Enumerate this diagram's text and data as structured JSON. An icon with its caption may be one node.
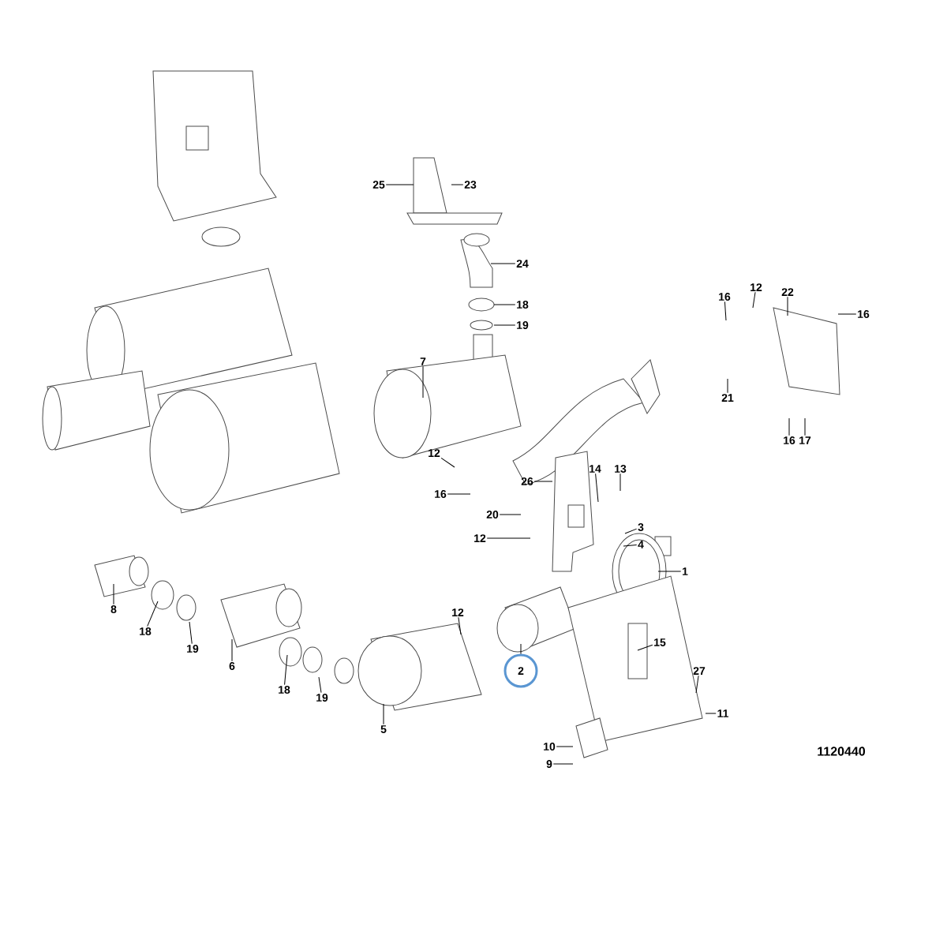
{
  "diagram": {
    "nodes": [
      {
        "text": [
          "25"
        ]
      },
      {
        "text": [
          "23"
        ]
      },
      {
        "text": [
          "24"
        ]
      },
      {
        "text": [
          "18"
        ]
      },
      {
        "text": [
          "19"
        ]
      },
      {
        "text": [
          "7"
        ]
      },
      {
        "text": [
          "12"
        ]
      },
      {
        "text": [
          "16"
        ]
      },
      {
        "text": [
          "26"
        ]
      },
      {
        "text": [
          "14"
        ]
      },
      {
        "text": [
          "13"
        ]
      },
      {
        "text": [
          "20"
        ]
      },
      {
        "text": [
          "12"
        ]
      },
      {
        "text": [
          "3"
        ]
      },
      {
        "text": [
          "4"
        ]
      },
      {
        "text": [
          "1"
        ]
      },
      {
        "text": [
          "8"
        ]
      },
      {
        "text": [
          "18"
        ]
      },
      {
        "text": [
          "19"
        ]
      },
      {
        "text": [
          "6"
        ]
      },
      {
        "text": [
          "12"
        ]
      },
      {
        "text": [
          "18"
        ]
      },
      {
        "text": [
          "19"
        ]
      },
      {
        "text": [
          "5"
        ]
      },
      {
        "text": [
          "2"
        ]
      },
      {
        "text": [
          "15"
        ]
      },
      {
        "text": [
          "27"
        ]
      },
      {
        "text": [
          "11"
        ]
      },
      {
        "text": [
          "10"
        ]
      },
      {
        "text": [
          "9"
        ]
      },
      {
        "text": [
          "16"
        ]
      },
      {
        "text": [
          "12"
        ]
      },
      {
        "text": [
          "22"
        ]
      },
      {
        "text": [
          "16"
        ]
      },
      {
        "text": [
          "21"
        ]
      },
      {
        "text": [
          "16"
        ]
      },
      {
        "text": [
          "17"
        ]
      }
    ],
    "edges": [
      {
        "from": 0,
        "to": null,
        "arrow": "none"
      },
      {
        "from": 1,
        "to": null,
        "arrow": "none"
      },
      {
        "from": 2,
        "to": null,
        "arrow": "none"
      },
      {
        "from": 3,
        "to": null,
        "arrow": "none"
      },
      {
        "from": 4,
        "to": null,
        "arrow": "none"
      },
      {
        "from": 5,
        "to": null,
        "arrow": "none"
      },
      {
        "from": 6,
        "to": null,
        "arrow": "none"
      },
      {
        "from": 7,
        "to": null,
        "arrow": "none"
      },
      {
        "from": 8,
        "to": null,
        "arrow": "none"
      },
      {
        "from": 9,
        "to": null,
        "arrow": "none"
      },
      {
        "from": 10,
        "to": null,
        "arrow": "none"
      },
      {
        "from": 11,
        "to": null,
        "arrow": "none"
      },
      {
        "from": 12,
        "to": null,
        "arrow": "none"
      },
      {
        "from": 13,
        "to": null,
        "arrow": "none"
      },
      {
        "from": 14,
        "to": null,
        "arrow": "none"
      },
      {
        "from": 15,
        "to": null,
        "arrow": "none"
      },
      {
        "from": 16,
        "to": null,
        "arrow": "none"
      },
      {
        "from": 17,
        "to": null,
        "arrow": "none"
      },
      {
        "from": 18,
        "to": null,
        "arrow": "none"
      },
      {
        "from": 19,
        "to": null,
        "arrow": "none"
      },
      {
        "from": 20,
        "to": null,
        "arrow": "none"
      },
      {
        "from": 21,
        "to": null,
        "arrow": "none"
      },
      {
        "from": 22,
        "to": null,
        "arrow": "none"
      },
      {
        "from": 23,
        "to": null,
        "arrow": "none"
      },
      {
        "from": 24,
        "to": null,
        "arrow": "none"
      },
      {
        "from": 25,
        "to": null,
        "arrow": "none"
      },
      {
        "from": 26,
        "to": null,
        "arrow": "none"
      },
      {
        "from": 27,
        "to": null,
        "arrow": "none"
      },
      {
        "from": 28,
        "to": null,
        "arrow": "none"
      },
      {
        "from": 29,
        "to": null,
        "arrow": "none"
      },
      {
        "from": 30,
        "to": null,
        "arrow": "none"
      },
      {
        "from": 31,
        "to": null,
        "arrow": "none"
      },
      {
        "from": 32,
        "to": null,
        "arrow": "none"
      },
      {
        "from": 33,
        "to": null,
        "arrow": "none"
      },
      {
        "from": 34,
        "to": null,
        "arrow": "none"
      },
      {
        "from": 35,
        "to": null,
        "arrow": "none"
      },
      {
        "from": 36,
        "to": null,
        "arrow": "none"
      }
    ],
    "labels": [
      "1120440"
    ]
  }
}
